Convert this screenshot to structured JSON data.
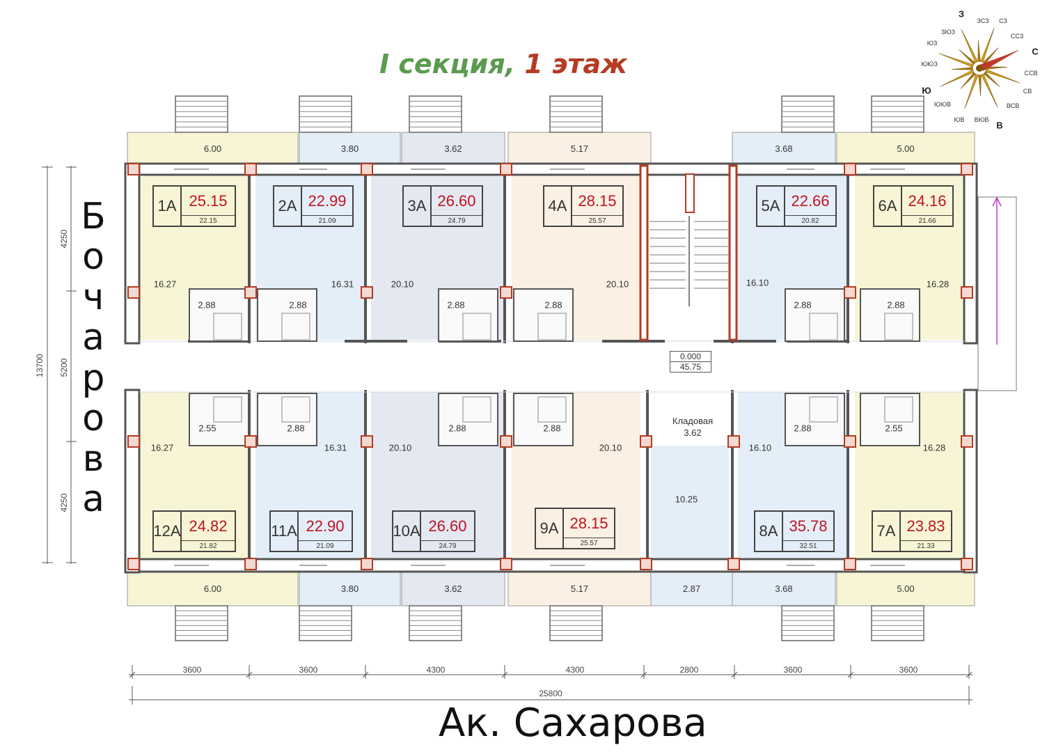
{
  "title": {
    "part1": "I секция,",
    "part2": "1 этаж"
  },
  "streets": {
    "left": "Бочарова",
    "bottom": "Ак. Сахарова"
  },
  "colors": {
    "yellow": "#f7f5d5",
    "blue": "#e3eef8",
    "grey_blue": "#e3e8f1",
    "peach": "#faf0e3",
    "wall": "#555555",
    "column": "#b53b22",
    "price_red": "#c1121f"
  },
  "apartments": [
    {
      "code": "1А",
      "total": "25.15",
      "living": "22.15",
      "room": "16.27",
      "bath": "2.88"
    },
    {
      "code": "2А",
      "total": "22.99",
      "living": "21.09",
      "room": "16.31",
      "bath": "2.88"
    },
    {
      "code": "3А",
      "total": "26.60",
      "living": "24.79",
      "room": "20.10",
      "bath": "2.88"
    },
    {
      "code": "4А",
      "total": "28.15",
      "living": "25.57",
      "room": "20.10",
      "bath": "2.88"
    },
    {
      "code": "5А",
      "total": "22.66",
      "living": "20.82",
      "room": "16.10",
      "bath": "2.88"
    },
    {
      "code": "6А",
      "total": "24.16",
      "living": "21.66",
      "room": "16.28",
      "bath": "2.88"
    },
    {
      "code": "12А",
      "total": "24.82",
      "living": "21.82",
      "room": "16.27",
      "bath": "2.55"
    },
    {
      "code": "11А",
      "total": "22.90",
      "living": "21.09",
      "room": "16.31",
      "bath": "2.88"
    },
    {
      "code": "10А",
      "total": "26.60",
      "living": "24.79",
      "room": "20.10",
      "bath": "2.88"
    },
    {
      "code": "9А",
      "total": "28.15",
      "living": "25.57",
      "room": "20.10",
      "bath": "2.88"
    },
    {
      "code": "8А",
      "total": "35.78",
      "living": "32.51",
      "room": "16.10",
      "bath": "2.88"
    },
    {
      "code": "7А",
      "total": "23.83",
      "living": "21.33",
      "room": "16.28",
      "bath": "2.55"
    }
  ],
  "terraces_top": [
    "6.00",
    "3.80",
    "3.62",
    "5.17",
    "3.68",
    "5.00"
  ],
  "terraces_bottom": [
    "6.00",
    "3.80",
    "3.62",
    "5.17",
    "2.87",
    "3.68",
    "5.00"
  ],
  "storage": {
    "label": "Кладовая",
    "area": "3.62"
  },
  "extra_room": "10.25",
  "lobby": {
    "level": "0.000",
    "area": "45.75"
  },
  "dims_bottom": [
    "3600",
    "3600",
    "4300",
    "4300",
    "2800",
    "3600",
    "3600"
  ],
  "dim_total": "25800",
  "dims_left": [
    "4250",
    "5200",
    "4250"
  ],
  "dim_left_total": "13700",
  "compass": {
    "main": [
      "З",
      "С",
      "Ю",
      "В"
    ],
    "minor": [
      "СЗ",
      "ССЗ",
      "ЗСЗ",
      "ЗЮЗ",
      "ЮЗ",
      "ЮЮЗ",
      "ЮЮВ",
      "ЮВ",
      "ВЮВ",
      "ВСВ",
      "СВ",
      "ССВ"
    ]
  }
}
